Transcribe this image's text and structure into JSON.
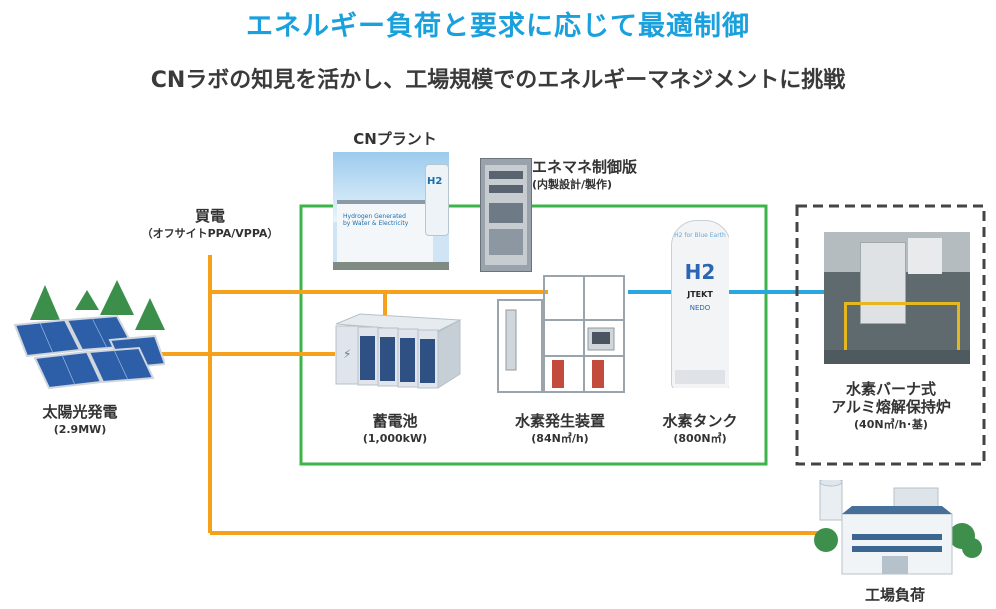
{
  "header": {
    "title": "エネルギー負荷と要求に応じて最適制御",
    "subtitle": "CNラボの知見を活かし、工場規模でのエネルギーマネジメントに挑戦"
  },
  "nodes": {
    "purchase": {
      "label": "買電",
      "sub": "（オフサイトPPA/VPPA）"
    },
    "solar": {
      "label": "太陽光発電",
      "sub": "(2.9MW)"
    },
    "cn_plant": {
      "label": "CNプラント"
    },
    "ems_panel": {
      "label": "エネマネ制御版",
      "sub": "(内製設計/製作)"
    },
    "battery": {
      "label": "蓄電池",
      "sub": "(1,000kW)"
    },
    "electrolyzer": {
      "label": "水素発生装置",
      "sub": "(84N㎥/h)"
    },
    "tank": {
      "label": "水素タンク",
      "sub": "(800N㎥)"
    },
    "furnace": {
      "label": "水素バーナ式",
      "label2": "アルミ熔解保持炉",
      "sub": "(40N㎥/h･基)"
    },
    "factory": {
      "label": "工場負荷"
    }
  },
  "photo_text": {
    "plant_wall": "Hydrogen Generated by Water & Electricity",
    "plant_h2": "H2",
    "tank_h2": "H2",
    "tank_brand": "JTEKT",
    "tank_nedo": "NEDO",
    "tank_top": "H2 for Blue Earth"
  },
  "colors": {
    "title": "#1aa0dc",
    "power_line": "#f5a11c",
    "system_boundary": "#3cb44a",
    "hydrogen_line": "#2aa7e0",
    "furnace_border": "#444444"
  }
}
